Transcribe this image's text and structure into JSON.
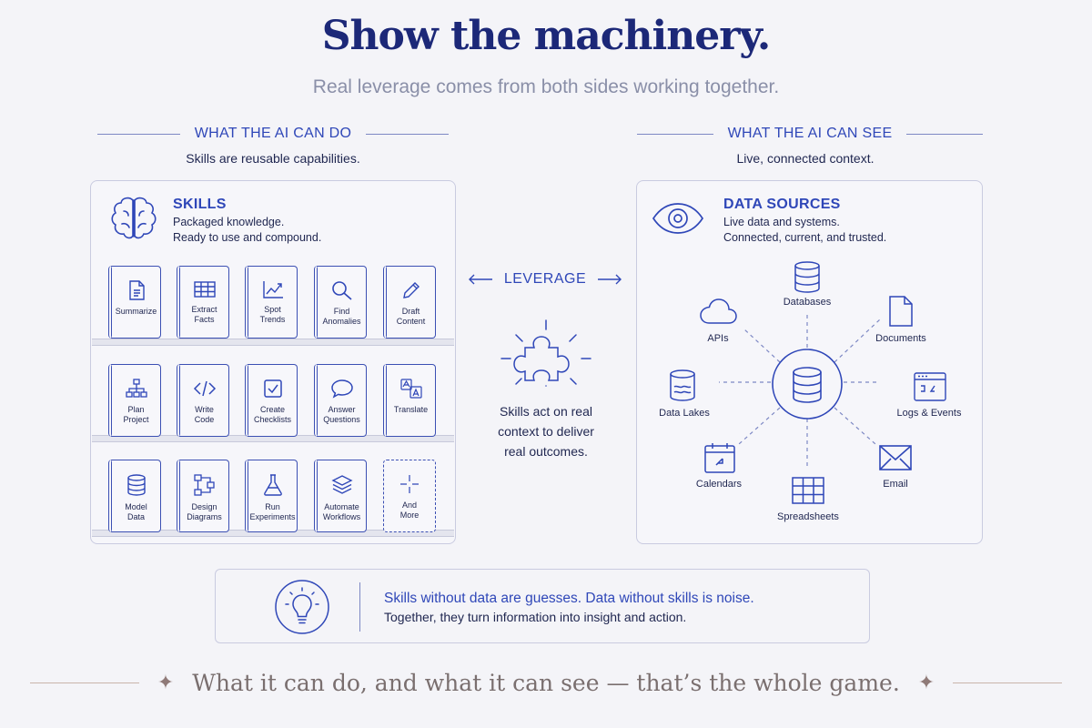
{
  "header": {
    "title": "Show the machinery.",
    "subtitle": "Real leverage comes from both sides working together."
  },
  "left": {
    "heading": "WHAT THE AI CAN DO",
    "subheading": "Skills are reusable capabilities.",
    "panel_title": "SKILLS",
    "panel_desc_1": "Packaged knowledge.",
    "panel_desc_2": "Ready to use and compound.",
    "icon": "brain-icon",
    "skills": [
      {
        "l1": "Summarize",
        "l2": "",
        "icon": "document-icon"
      },
      {
        "l1": "Extract",
        "l2": "Facts",
        "icon": "table-icon"
      },
      {
        "l1": "Spot",
        "l2": "Trends",
        "icon": "trend-chart-icon"
      },
      {
        "l1": "Find",
        "l2": "Anomalies",
        "icon": "magnifier-icon"
      },
      {
        "l1": "Draft",
        "l2": "Content",
        "icon": "pencil-icon"
      },
      {
        "l1": "Plan",
        "l2": "Project",
        "icon": "hierarchy-icon"
      },
      {
        "l1": "Write",
        "l2": "Code",
        "icon": "code-icon"
      },
      {
        "l1": "Create",
        "l2": "Checklists",
        "icon": "checkbox-icon"
      },
      {
        "l1": "Answer",
        "l2": "Questions",
        "icon": "speech-bubble-icon"
      },
      {
        "l1": "Translate",
        "l2": "",
        "icon": "translate-icon"
      },
      {
        "l1": "Model",
        "l2": "Data",
        "icon": "database-icon"
      },
      {
        "l1": "Design",
        "l2": "Diagrams",
        "icon": "flowchart-icon"
      },
      {
        "l1": "Run",
        "l2": "Experiments",
        "icon": "flask-icon"
      },
      {
        "l1": "Automate",
        "l2": "Workflows",
        "icon": "layers-icon"
      },
      {
        "l1": "And",
        "l2": "More",
        "icon": "plus-icon"
      }
    ]
  },
  "middle": {
    "leverage_label": "LEVERAGE",
    "text_1": "Skills act on real",
    "text_2": "context to deliver",
    "text_3": "real outcomes.",
    "icon": "puzzle-piece-icon"
  },
  "right": {
    "heading": "WHAT THE AI CAN SEE",
    "subheading": "Live, connected context.",
    "panel_title": "DATA SOURCES",
    "panel_desc_1": "Live data and systems.",
    "panel_desc_2": "Connected, current, and trusted.",
    "icon": "eye-icon",
    "sources": {
      "databases": "Databases",
      "documents": "Documents",
      "logs": "Logs & Events",
      "email": "Email",
      "spreadsheets": "Spreadsheets",
      "calendars": "Calendars",
      "data_lakes": "Data Lakes",
      "apis": "APIs"
    }
  },
  "callout": {
    "line_1": "Skills without data are guesses. Data without skills is noise.",
    "line_2": "Together, they turn information into insight and action.",
    "icon": "lightbulb-icon"
  },
  "footer": {
    "text": "What it can do, and what it can see — that’s the whole game."
  },
  "colors": {
    "accent": "#2f47b8",
    "title": "#1c2878",
    "footer": "#7a6f6f"
  }
}
